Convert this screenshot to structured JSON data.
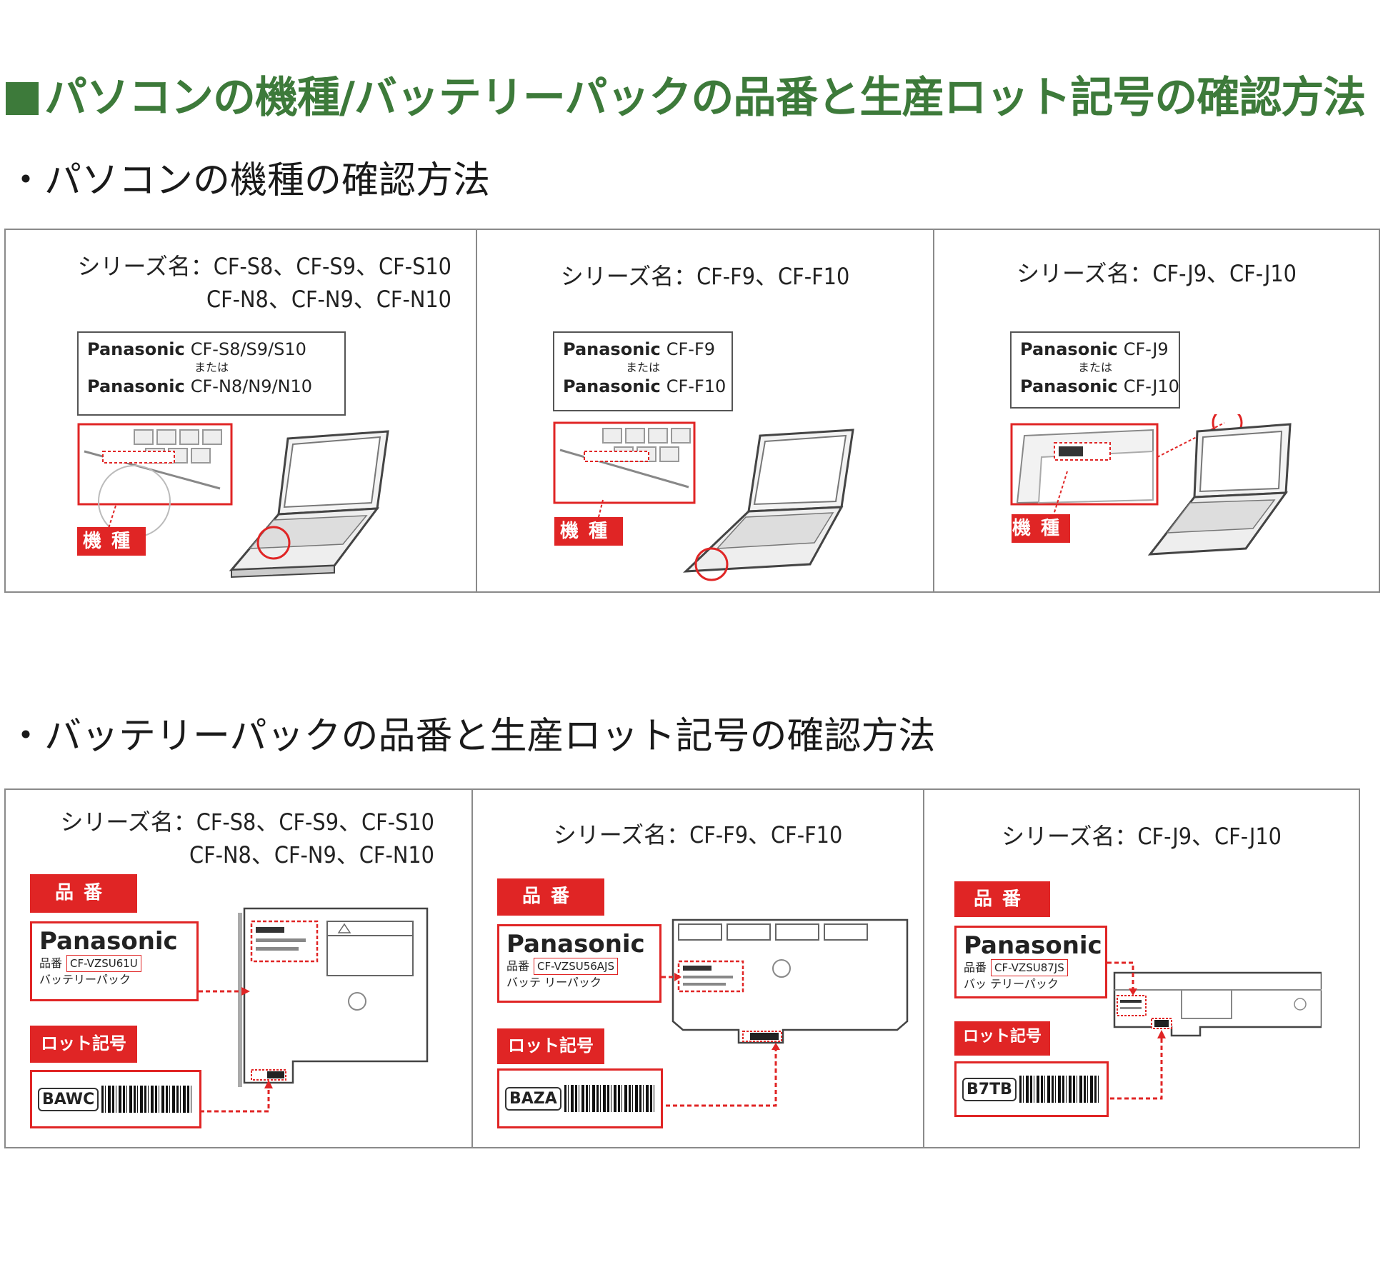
{
  "page": {
    "main_title": "パソコンの機種/バッテリーパックの品番と生産ロット記号の確認方法",
    "section1_heading": "・パソコンの機種の確認方法",
    "section2_heading": "・バッテリーパックの品番と生産ロット記号の確認方法"
  },
  "model_panels": [
    {
      "series_line1": "シリーズ名：CF-S8、CF-S9、CF-S10",
      "series_line2": "CF-N8、CF-N9、CF-N10",
      "label_brand": "Panasonic",
      "label_model1": "CF-S8/S9/S10",
      "label_or": "または",
      "label_model2": "CF-N8/N9/N10",
      "tag": "機種"
    },
    {
      "series_line1": "シリーズ名：CF-F9、CF-F10",
      "label_brand": "Panasonic",
      "label_model1": "CF-F9",
      "label_or": "または",
      "label_model2": "CF-F10",
      "tag": "機種"
    },
    {
      "series_line1": "シリーズ名：CF-J9、CF-J10",
      "label_brand": "Panasonic",
      "label_model1": "CF-J9",
      "label_or": "または",
      "label_model2": "CF-J10",
      "tag": "機種"
    }
  ],
  "battery_panels": [
    {
      "series_line1": "シリーズ名：CF-S8、CF-S9、CF-S10",
      "series_line2": "CF-N8、CF-N9、CF-N10",
      "part_tag": "品番",
      "brand": "Panasonic",
      "part_prefix": "品番",
      "part_number": "CF-VZSU61U",
      "part_desc": "バッテリーパック",
      "lot_tag": "ロット記号",
      "lot_code": "BAWC"
    },
    {
      "series_line1": "シリーズ名：CF-F9、CF-F10",
      "part_tag": "品番",
      "brand": "Panasonic",
      "part_prefix": "品番",
      "part_number": "CF-VZSU56AJS",
      "part_desc": "バッテ リーパック",
      "lot_tag": "ロット記号",
      "lot_code": "BAZA"
    },
    {
      "series_line1": "シリーズ名：CF-J9、CF-J10",
      "part_tag": "品番",
      "brand": "Panasonic",
      "part_prefix": "品番",
      "part_number": "CF-VZSU87JS",
      "part_desc": "バッ テリーパック",
      "lot_tag": "ロット記号",
      "lot_code": "B7TB"
    }
  ]
}
